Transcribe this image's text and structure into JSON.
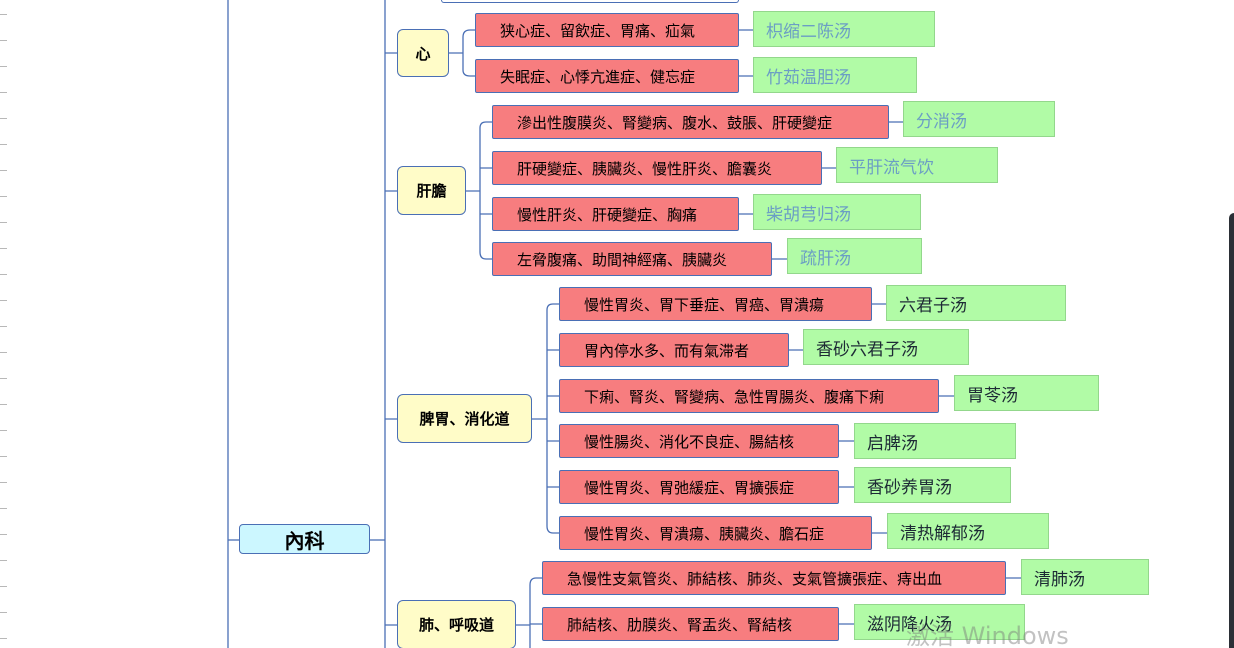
{
  "root": {
    "label": "內科"
  },
  "categories": [
    {
      "label": "心",
      "items": [
        {
          "symptoms": "狭心症、留飲症、胃痛、疝氣",
          "formula": "枳缩二陈汤"
        },
        {
          "symptoms": "失眠症、心悸亢進症、健忘症",
          "formula": "竹茹温胆汤"
        }
      ]
    },
    {
      "label": "肝膽",
      "items": [
        {
          "symptoms": "滲出性腹膜炎、腎變病、腹水、鼓脹、肝硬變症",
          "formula": "分消汤"
        },
        {
          "symptoms": "肝硬變症、胰臟炎、慢性肝炎、膽囊炎",
          "formula": "平肝流气饮"
        },
        {
          "symptoms": "慢性肝炎、肝硬變症、胸痛",
          "formula": "柴胡芎归汤"
        },
        {
          "symptoms": "左脅腹痛、助間神經痛、胰臟炎",
          "formula": "疏肝汤"
        }
      ]
    },
    {
      "label": "脾胃、消化道",
      "items": [
        {
          "symptoms": "慢性胃炎、胃下垂症、胃癌、胃潰瘍",
          "formula": "六君子汤"
        },
        {
          "symptoms": "胃內停水多、而有氣滞者",
          "formula": "香砂六君子汤"
        },
        {
          "symptoms": "下痢、腎炎、腎變病、急性胃腸炎、腹痛下痢",
          "formula": "胃苓汤"
        },
        {
          "symptoms": "慢性腸炎、消化不良症、腸結核",
          "formula": "启脾汤"
        },
        {
          "symptoms": "慢性胃炎、胃弛緩症、胃擴張症",
          "formula": "香砂养胃汤"
        },
        {
          "symptoms": "慢性胃炎、胃潰瘍、胰臟炎、膽石症",
          "formula": "清热解郁汤"
        }
      ]
    },
    {
      "label": "肺、呼吸道",
      "items": [
        {
          "symptoms": "急慢性支氣管炎、肺結核、肺炎、支氣管擴張症、痔出血",
          "formula": "清肺汤"
        },
        {
          "symptoms": "肺結核、肋膜炎、腎盂炎、腎結核",
          "formula": "滋阴降火汤"
        }
      ]
    }
  ],
  "watermark": "激活 Windows",
  "colors": {
    "root_fill": "#ccf7ff",
    "category_fill": "#fffcc8",
    "symptom_fill": "#f77d7f",
    "formula_fill": "#b1fba6",
    "connector": "#4a6fb5"
  }
}
